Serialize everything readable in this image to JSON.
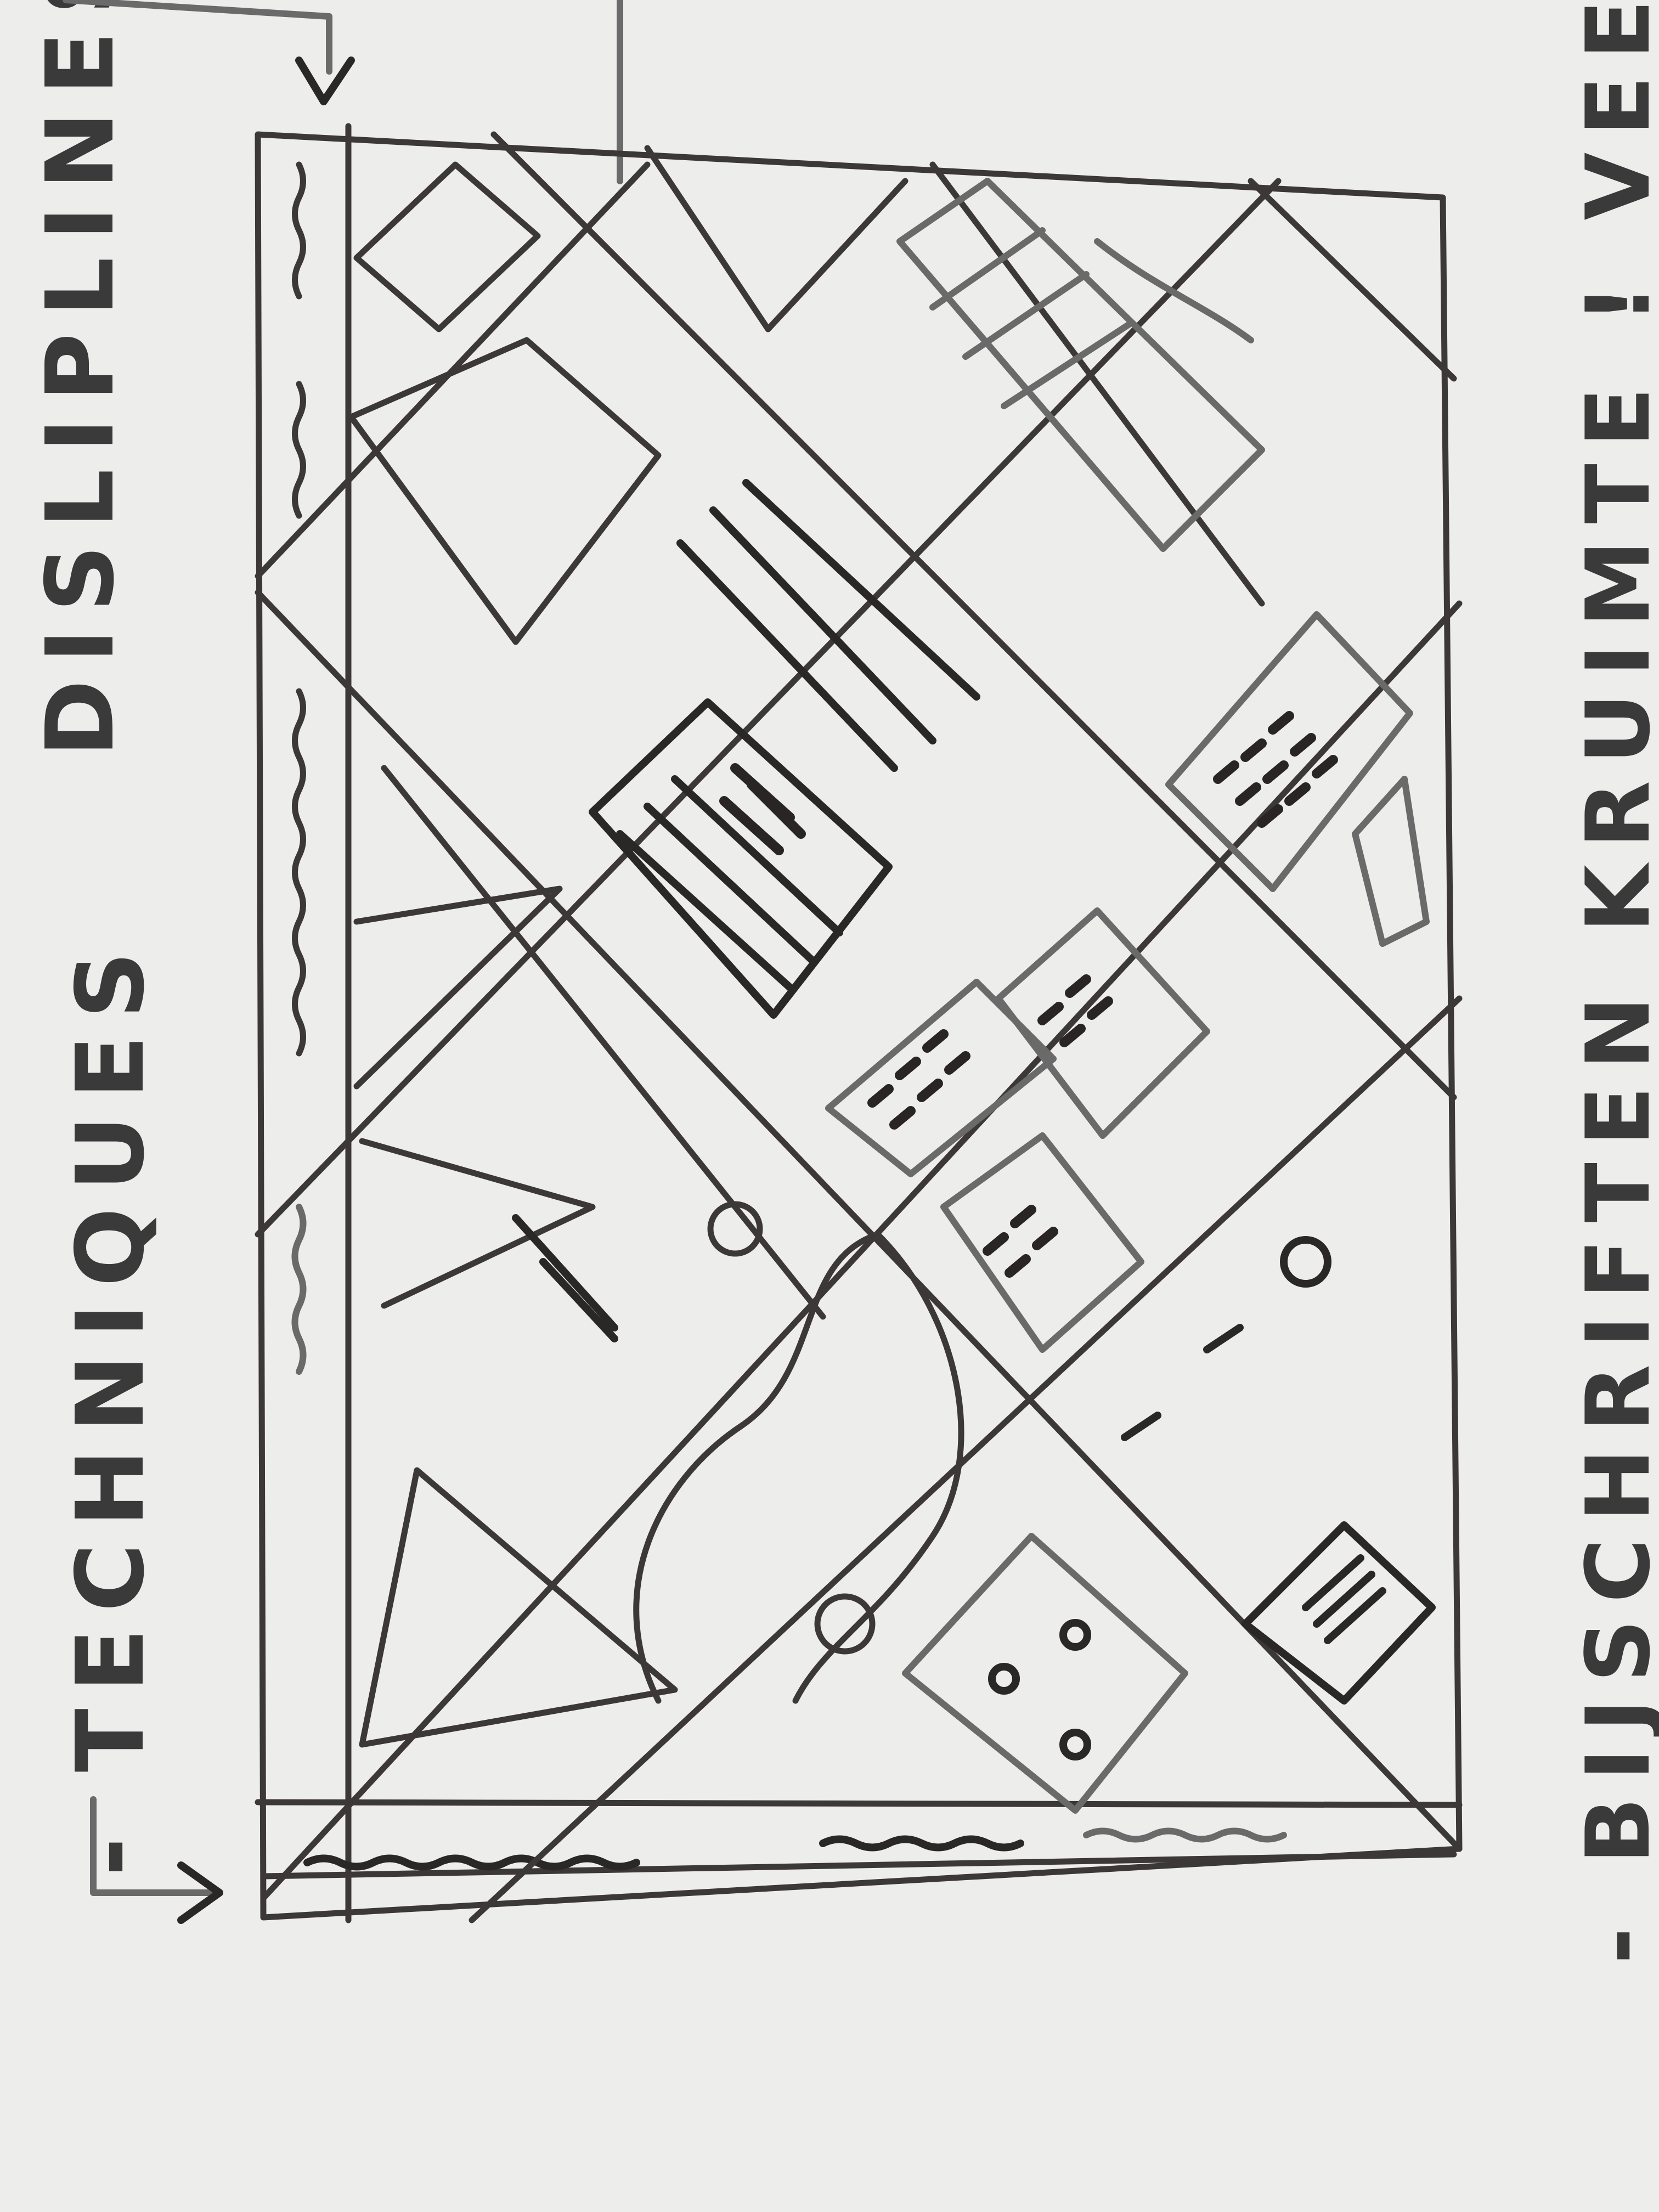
{
  "labels": {
    "disciplines": "DISLIPLINES",
    "techniques": "- TECHNIQUES",
    "bijschriften": "- BIJSCHRIFTEN KRUIMTE ! VEEL/…"
  },
  "colors": {
    "paper": "#ededeb",
    "ink": "#2a2727",
    "pencil": "#6a6a6a"
  }
}
